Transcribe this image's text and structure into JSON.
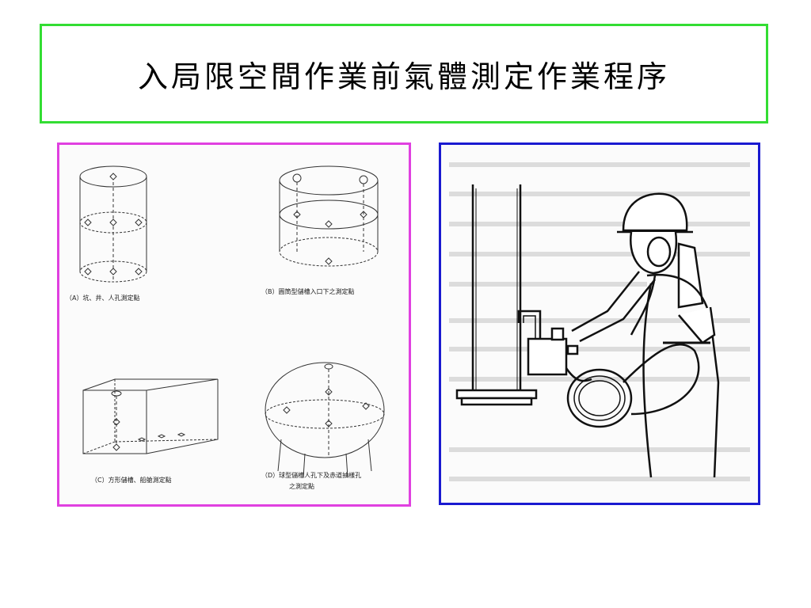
{
  "slide": {
    "title": "入局限空間作業前氣體測定作業程序"
  },
  "left_panel": {
    "captions": {
      "a": "（A）坑、井、人孔測定點",
      "b": "（B）圓筒型儲槽入口下之測定點",
      "c": "（C）方形儲槽、船艙測定點",
      "d_line1": "（D）球型儲槽人孔下及赤道抽樣孔",
      "d_line2": "之測定點"
    }
  },
  "colors": {
    "title_border": "#33dd33",
    "left_border": "#e040e0",
    "right_border": "#1a1ad0"
  }
}
